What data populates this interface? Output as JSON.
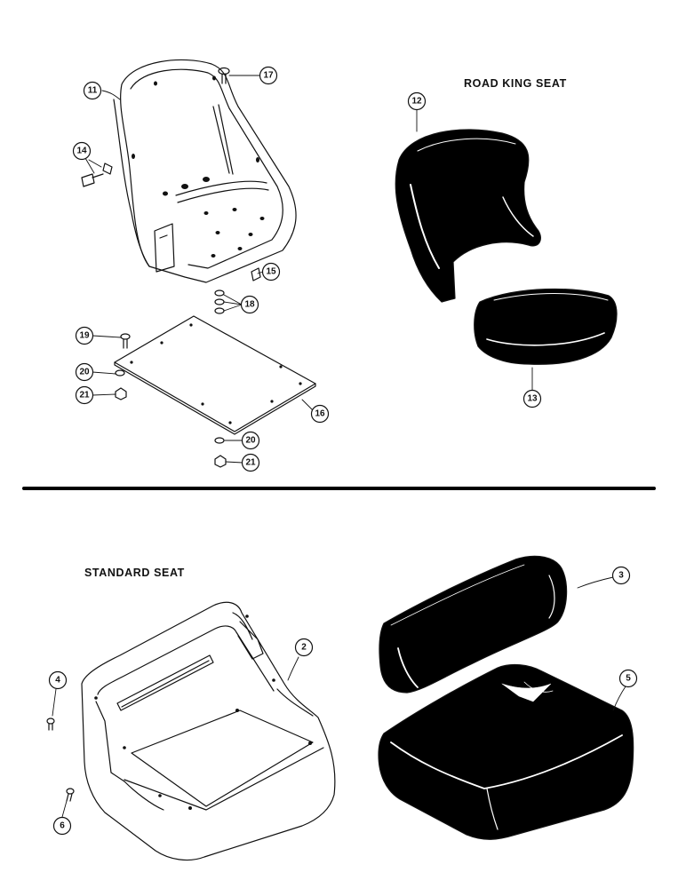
{
  "sections": {
    "road_king_title": "ROAD KING SEAT",
    "standard_title": "STANDARD SEAT"
  },
  "callouts": {
    "c2": "2",
    "c3": "3",
    "c4": "4",
    "c5": "5",
    "c6": "6",
    "c11": "11",
    "c12": "12",
    "c13": "13",
    "c14": "14",
    "c15": "15",
    "c16": "16",
    "c17": "17",
    "c18": "18",
    "c19": "19",
    "c20a": "20",
    "c20b": "20",
    "c21a": "21",
    "c21b": "21"
  },
  "colors": {
    "ink": "#111111",
    "paper": "#ffffff"
  }
}
